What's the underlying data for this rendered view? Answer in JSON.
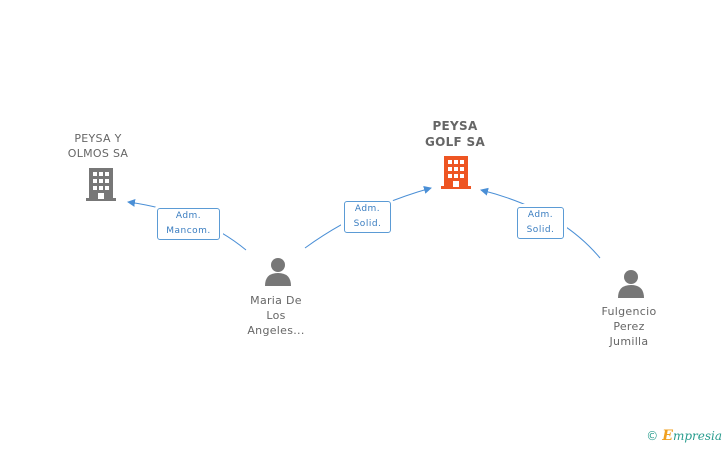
{
  "nodes": {
    "peysa_olmos": {
      "line1": "PEYSA Y",
      "line2": "OLMOS SA",
      "icon": "building-icon",
      "color": "#777777"
    },
    "peysa_golf": {
      "line1": "PEYSA",
      "line2": "GOLF SA",
      "icon": "building-icon",
      "color": "#ee5522"
    },
    "maria": {
      "line1": "Maria De",
      "line2": "Los",
      "line3": "Angeles...",
      "icon": "person-icon",
      "color": "#777777"
    },
    "fulgencio": {
      "line1": "Fulgencio",
      "line2": "Perez",
      "line3": "Jumilla",
      "icon": "person-icon",
      "color": "#777777"
    }
  },
  "edges": {
    "maria_olmos": {
      "line1": "Adm.",
      "line2": "Mancom."
    },
    "maria_golf": {
      "line1": "Adm.",
      "line2": "Solid."
    },
    "fulgencio_golf": {
      "line1": "Adm.",
      "line2": "Solid."
    }
  },
  "footer": {
    "copyright": "©",
    "brand_initial": "E",
    "brand_rest": "mpresia"
  },
  "colors": {
    "edge": "#4a8fd6",
    "label_text": "#666666"
  }
}
